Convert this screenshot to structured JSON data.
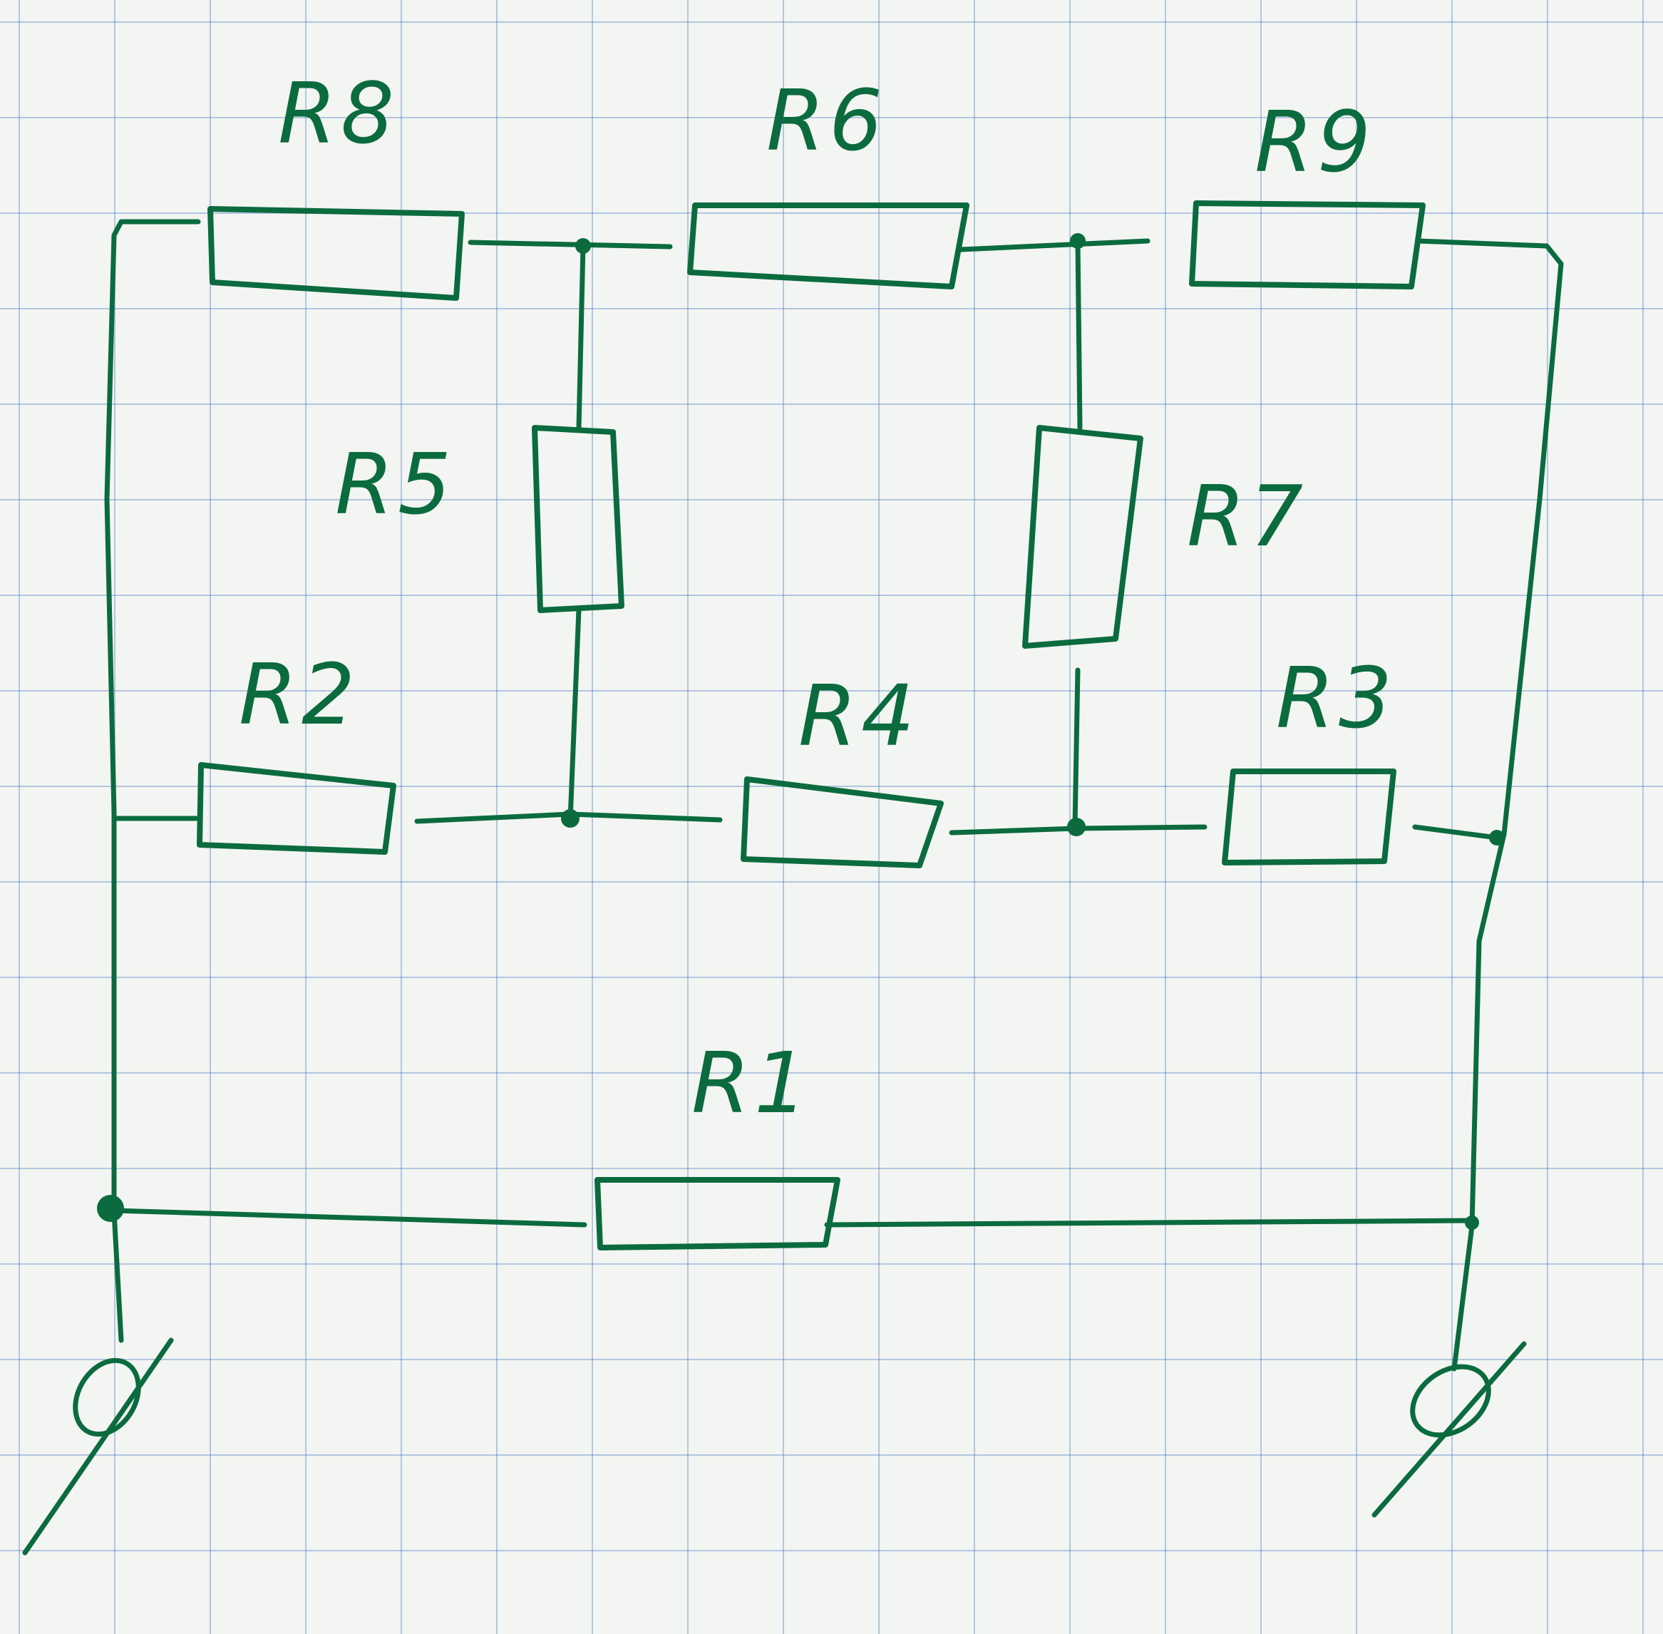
{
  "diagram": {
    "ink_color": "#0b6b3f",
    "resistors": [
      {
        "id": "R8",
        "label": "R8"
      },
      {
        "id": "R6",
        "label": "R6"
      },
      {
        "id": "R9",
        "label": "R9"
      },
      {
        "id": "R5",
        "label": "R5"
      },
      {
        "id": "R7",
        "label": "R7"
      },
      {
        "id": "R2",
        "label": "R2"
      },
      {
        "id": "R4",
        "label": "R4"
      },
      {
        "id": "R3",
        "label": "R3"
      },
      {
        "id": "R1",
        "label": "R1"
      }
    ],
    "terminals": [
      {
        "id": "left-terminal"
      },
      {
        "id": "right-terminal"
      }
    ]
  }
}
